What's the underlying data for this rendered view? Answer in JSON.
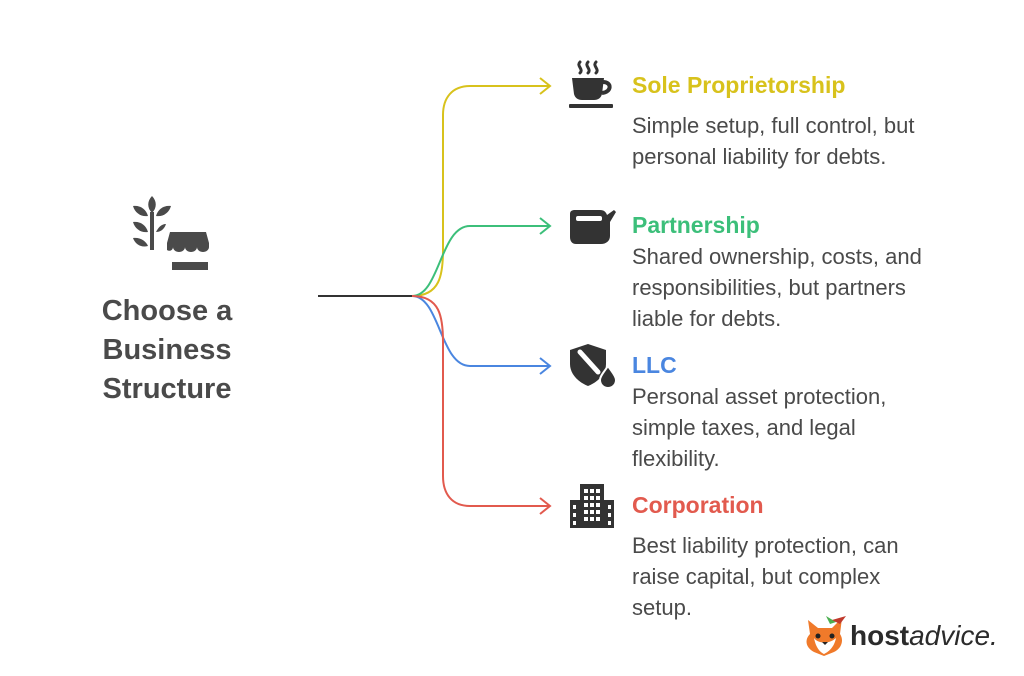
{
  "root": {
    "title_lines": [
      "Choose a",
      "Business",
      "Structure"
    ]
  },
  "branches": [
    {
      "title": "Sole Proprietorship",
      "color": "#d8c21c",
      "icon": "coffee-cup-icon",
      "desc_lines": [
        "Simple setup, full control, but",
        "personal liability for debts."
      ]
    },
    {
      "title": "Partnership",
      "color": "#3cbf7a",
      "icon": "kettle-icon",
      "desc_lines": [
        "Shared ownership, costs, and",
        "responsibilities, but partners",
        "liable for debts."
      ]
    },
    {
      "title": "LLC",
      "color": "#4a86e0",
      "icon": "shield-drop-icon",
      "desc_lines": [
        "Personal asset protection,",
        "simple taxes, and legal",
        "flexibility."
      ]
    },
    {
      "title": "Corporation",
      "color": "#e25a4e",
      "icon": "office-building-icon",
      "desc_lines": [
        "Best liability protection, can",
        "raise capital, but complex",
        "setup."
      ]
    }
  ],
  "root_icon": "farm-stand-icon",
  "logo": {
    "bold": "host",
    "italic": "advice."
  }
}
